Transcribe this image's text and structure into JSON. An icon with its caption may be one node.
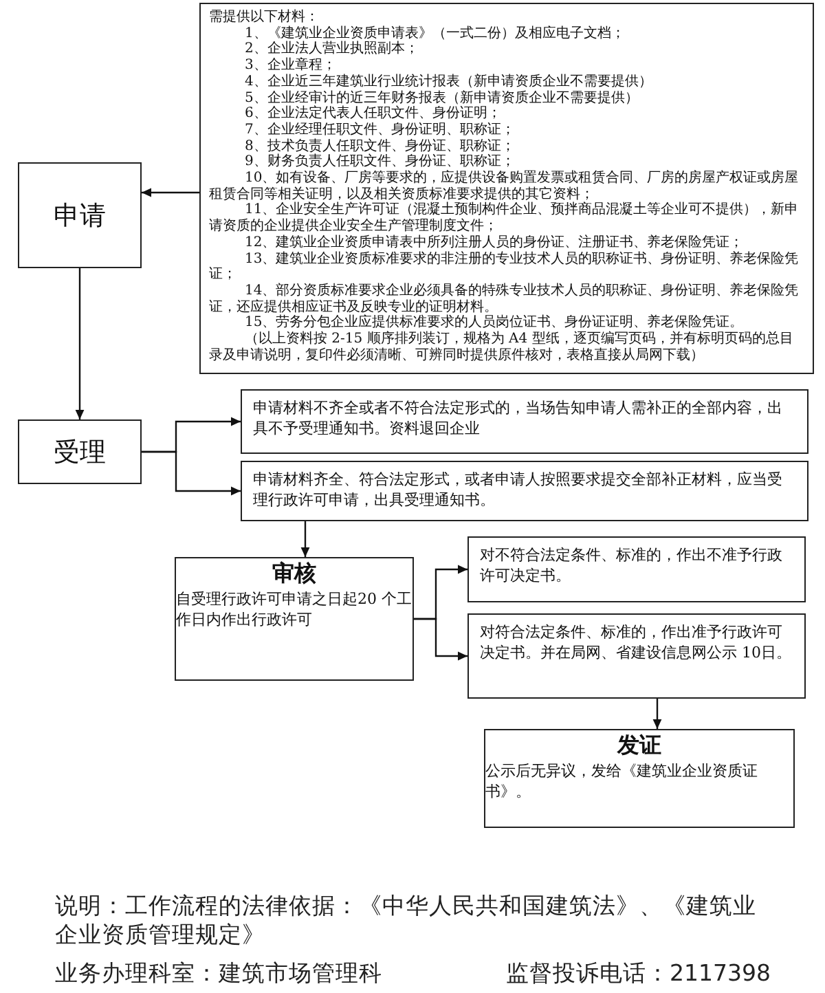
{
  "diagram": {
    "nodes": [
      {
        "text": [
          "申请"
        ]
      },
      {
        "text": [
          "需提供以下材料：",
          "1、《建筑业企业资质申请表》（一式二份）及相应电子文档；",
          "2、企业法人营业执照副本；",
          "3、企业章程；",
          "4、企业近三年建筑业行业统计报表（新申请资质企业不需要提供）",
          "5、企业经审计的近三年财务报表（新申请资质企业不需要提供）",
          "6、企业法定代表人任职文件、身份证明；",
          "7、企业经理任职文件、身份证明、职称证；",
          "8、技术负责人任职文件、身份证、职称证；",
          "9、财务负责人任职文件、身份证、职称证；",
          "10、如有设备、厂房等要求的，应提供设备购置发票或租赁合同、厂房的房屋产权证或房屋租赁合同等相关证明，以及相关资质标准要求提供的其它资料；",
          "11、企业安全生产许可证（混凝土预制构件企业、预拌商品混凝土等企业可不提供），新申请资质的企业提供企业安全生产管理制度文件；",
          "12、建筑业企业资质申请表中所列注册人员的身份证、注册证书、养老保险凭证；",
          "13、建筑业企业资质标准要求的非注册的专业技术人员的职称证书、身份证明、养老保险凭证；",
          "14、部分资质标准要求企业必须具备的特殊专业技术人员的职称证、身份证明、养老保险凭证，还应提供相应证书及反映专业的证明材料。",
          "15、劳务分包企业应提供标准要求的人员岗位证书、身份证证明、养老保险凭证。",
          "（以上资料按 2-15 顺序排列装订，规格为 A4 型纸，逐页编写页码，并有标明页码的总目录及申请说明，复印件必须清晰、可辨同时提供原件核对，表格直接从局网下载）"
        ]
      },
      {
        "text": [
          "受理"
        ]
      },
      {
        "text": [
          "申请材料不齐全或者不符合法定形式的，当场告知申请人需补正的全部内容，出具不予受理通知书。资料退回企业"
        ]
      },
      {
        "text": [
          "申请材料齐全、符合法定形式，或者申请人按照要求提交全部补正材料，应当受理行政许可申请，出具受理通知书。"
        ]
      },
      {
        "text": [
          "审核",
          "自受理行政许可申请之日起20 个工作日内作出行政许可"
        ]
      },
      {
        "text": [
          "对不符合法定条件、标准的，作出不准予行政许可决定书。"
        ]
      },
      {
        "text": [
          "对符合法定条件、标准的，作出准予行政许可决定书。并在局网、省建设信息网公示 10日。"
        ]
      },
      {
        "text": [
          "发证",
          "公示后无异议，发给《建筑业企业资质证书》。"
        ]
      }
    ],
    "edges": [
      {
        "from": 1,
        "to": 0,
        "arrow": "to"
      },
      {
        "from": 0,
        "to": 2,
        "arrow": "to"
      },
      {
        "from": 2,
        "to": 3,
        "arrow": "to"
      },
      {
        "from": 2,
        "to": 4,
        "arrow": "to"
      },
      {
        "from": 4,
        "to": 5,
        "arrow": "to"
      },
      {
        "from": 5,
        "to": 6,
        "arrow": "to"
      },
      {
        "from": 5,
        "to": 7,
        "arrow": "to"
      },
      {
        "from": 7,
        "to": 8,
        "arrow": "to"
      }
    ],
    "labels": [
      "说明：工作流程的法律依据：《中华人民共和国建筑法》、《建筑业企业资质管理规定》",
      "业务办理科室：建筑市场管理科",
      "监督投诉电话：2117398"
    ]
  }
}
